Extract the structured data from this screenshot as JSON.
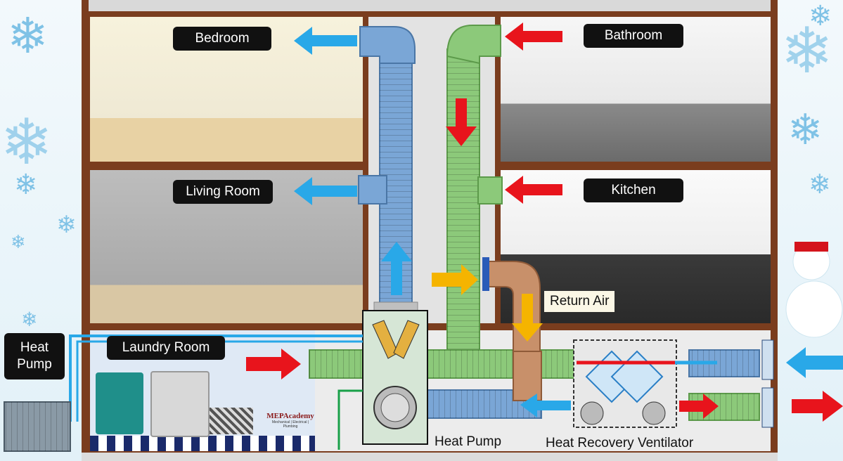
{
  "rooms": {
    "bedroom": "Bedroom",
    "bathroom": "Bathroom",
    "living_room": "Living Room",
    "kitchen": "Kitchen",
    "laundry_room": "Laundry Room"
  },
  "labels": {
    "heat_pump_outdoor": "Heat\nPump",
    "return_air": "Return Air",
    "heat_pump": "Heat Pump",
    "hrv": "Heat Recovery Ventilator"
  },
  "brand": {
    "name": "MEPAcademy",
    "tagline": "Mechanical | Electrical | Plumbing"
  },
  "colors": {
    "supply_air": "#29a8e8",
    "exhaust_air": "#e8141c",
    "return_air": "#f5b400",
    "supply_duct": "#7aa6d6",
    "exhaust_duct": "#8cc97a",
    "return_duct": "#c8906a",
    "house_frame": "#7a3d1e"
  }
}
